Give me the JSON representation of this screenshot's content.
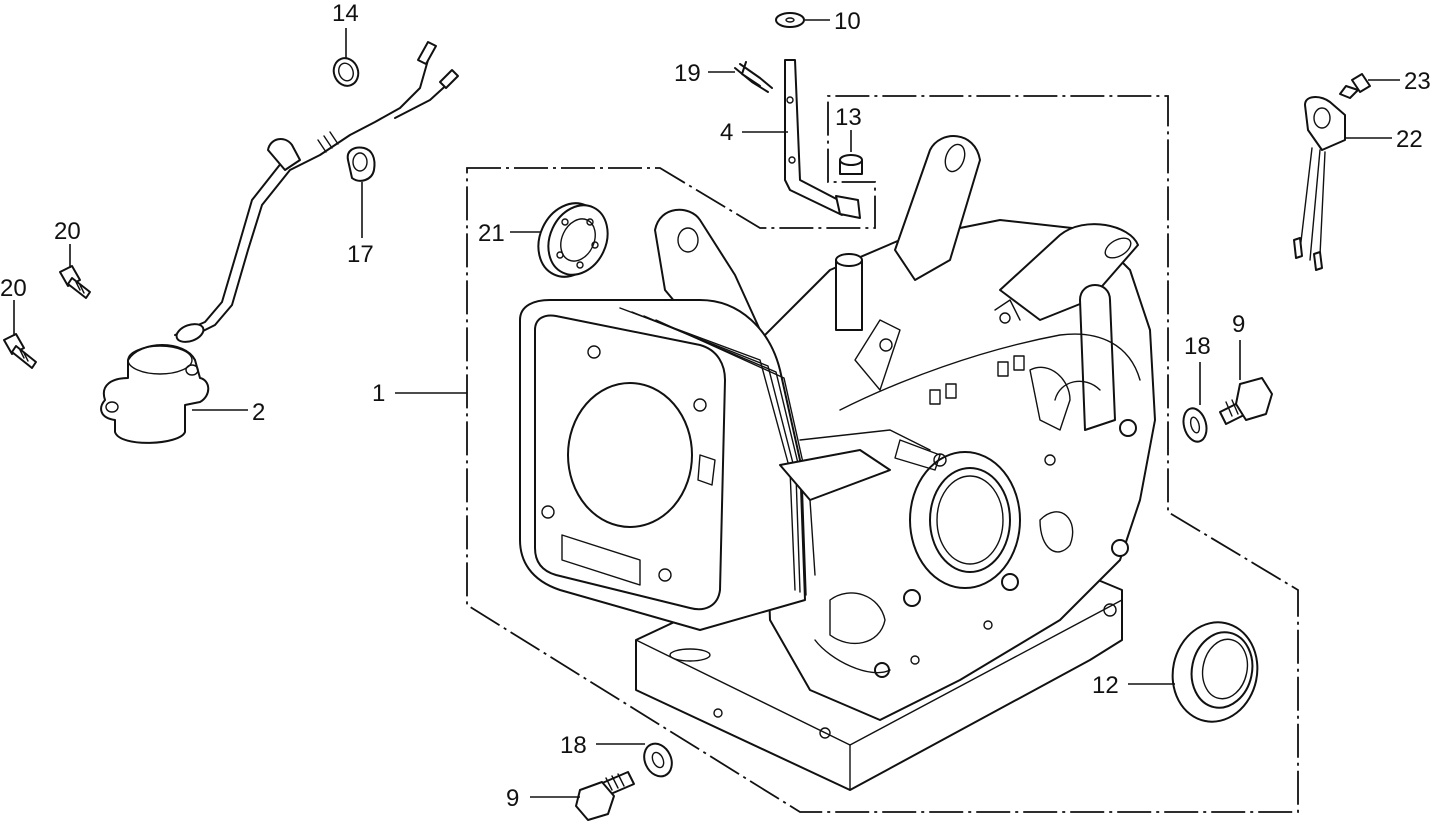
{
  "diagram": {
    "callouts": [
      "1",
      "2",
      "4",
      "9",
      "9",
      "10",
      "12",
      "13",
      "14",
      "17",
      "18",
      "18",
      "19",
      "20",
      "20",
      "21",
      "22",
      "23"
    ]
  },
  "parts": {
    "p1": "1",
    "p2": "2",
    "p4": "4",
    "p9a": "9",
    "p9b": "9",
    "p10": "10",
    "p12": "12",
    "p13": "13",
    "p14": "14",
    "p17": "17",
    "p18a": "18",
    "p18b": "18",
    "p19": "19",
    "p20a": "20",
    "p20b": "20",
    "p21": "21",
    "p22": "22",
    "p23": "23"
  }
}
